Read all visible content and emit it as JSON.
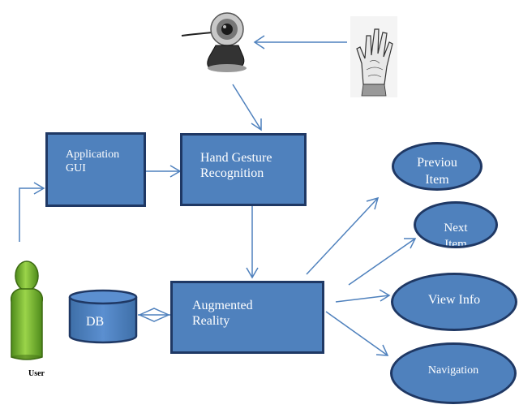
{
  "nodes": {
    "app_gui": {
      "line1": "Application",
      "line2": "GUI"
    },
    "hgr": {
      "line1": "Hand Gesture",
      "line2": "Recognition"
    },
    "ar": {
      "line1": "Augmented",
      "line2": "Reality"
    },
    "db": {
      "label": "DB"
    },
    "user": {
      "label": "User"
    },
    "prev": {
      "line1": "Previou",
      "line2": "Item"
    },
    "next": {
      "line1": "Next",
      "line2": "Item"
    },
    "view": {
      "label": "View Info"
    },
    "nav": {
      "label": "Navigation"
    }
  },
  "icons": {
    "webcam": "webcam-icon",
    "hand": "hand-sketch-icon",
    "user": "user-icon",
    "database": "database-icon"
  },
  "colors": {
    "box_fill": "#4f81bd",
    "box_border": "#1f3864",
    "arrow": "#4f81bd",
    "user_green": "#6aa82a"
  }
}
